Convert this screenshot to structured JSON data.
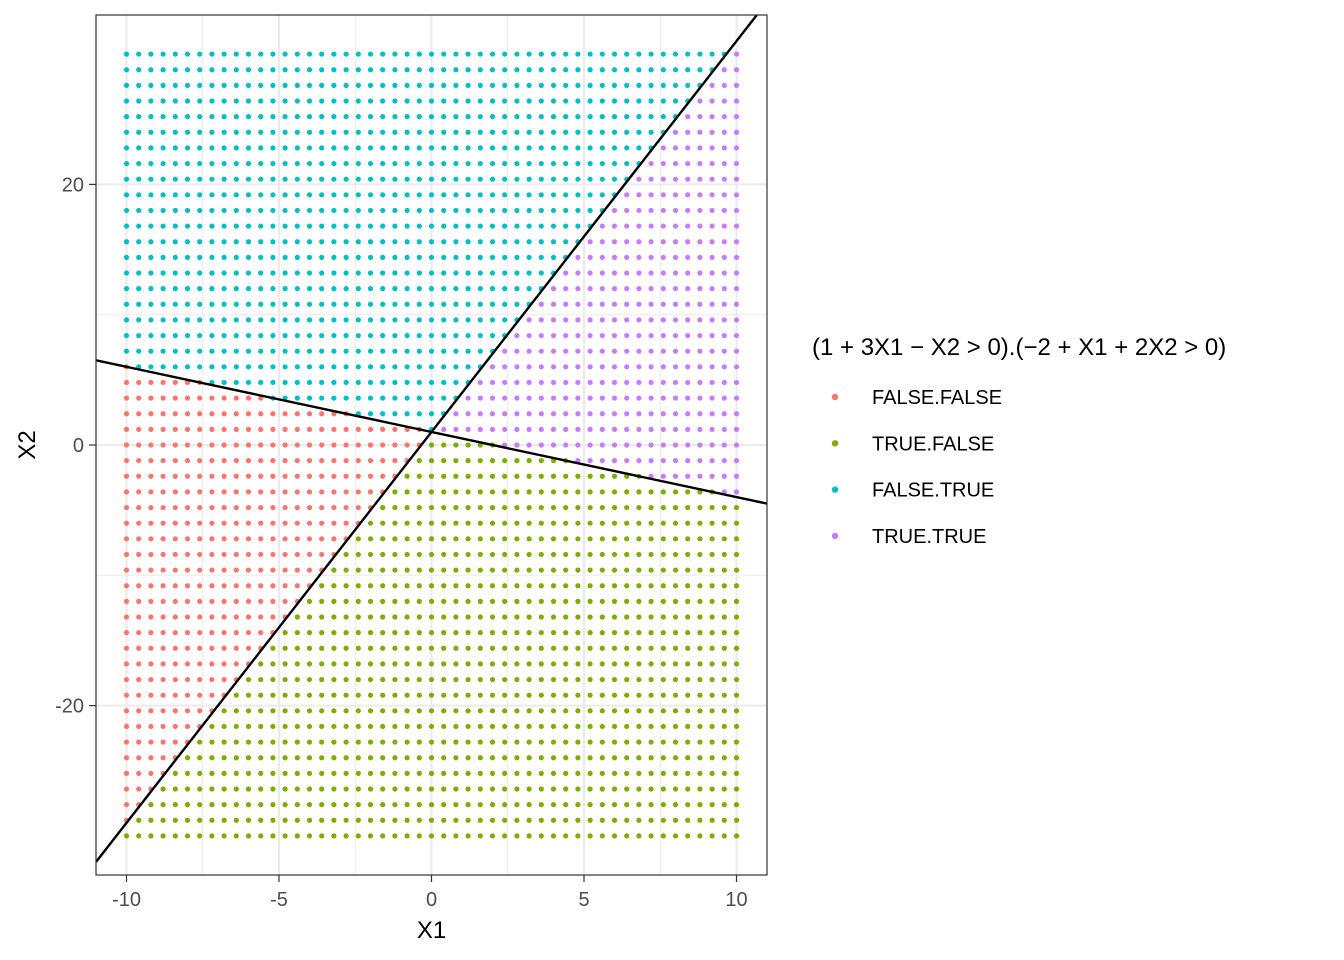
{
  "chart_data": {
    "type": "scatter",
    "xlabel": "X1",
    "ylabel": "X2",
    "xlim": [
      -11,
      11
    ],
    "ylim": [
      -33,
      33
    ],
    "x_ticks": [
      -10,
      -5,
      0,
      5,
      10
    ],
    "x_tick_labels": [
      "-10",
      "-5",
      "0",
      "5",
      "10"
    ],
    "y_ticks": [
      -20,
      0,
      20
    ],
    "y_tick_labels": [
      "-20",
      "0",
      "20"
    ],
    "grid": true,
    "grid_minor": true,
    "legend": {
      "title": "(1 + 3X1 − X2 > 0).(−2 + X1 + 2X2 > 0)",
      "position": "right",
      "entries": [
        {
          "label": "FALSE.FALSE",
          "color": "#F8766D"
        },
        {
          "label": "TRUE.FALSE",
          "color": "#7CAE00"
        },
        {
          "label": "FALSE.TRUE",
          "color": "#00BFC4"
        },
        {
          "label": "TRUE.TRUE",
          "color": "#C77CFF"
        }
      ]
    },
    "points_grid": {
      "x": {
        "from": -10,
        "to": 10,
        "step": 0.4
      },
      "y": {
        "from": -30,
        "to": 30,
        "step": 1.2
      }
    },
    "classification": {
      "rule_1": {
        "intercept": 1,
        "x1": 3,
        "x2": -1
      },
      "rule_2": {
        "intercept": -2,
        "x1": 1,
        "x2": 2
      }
    },
    "lines": [
      {
        "name": "1 + 3X1 − X2 = 0",
        "intercept": 1,
        "slope": 3,
        "color": "#000000"
      },
      {
        "name": "−2 + X1 + 2X2 = 0",
        "intercept": 1,
        "slope": -0.5,
        "color": "#000000"
      }
    ]
  }
}
